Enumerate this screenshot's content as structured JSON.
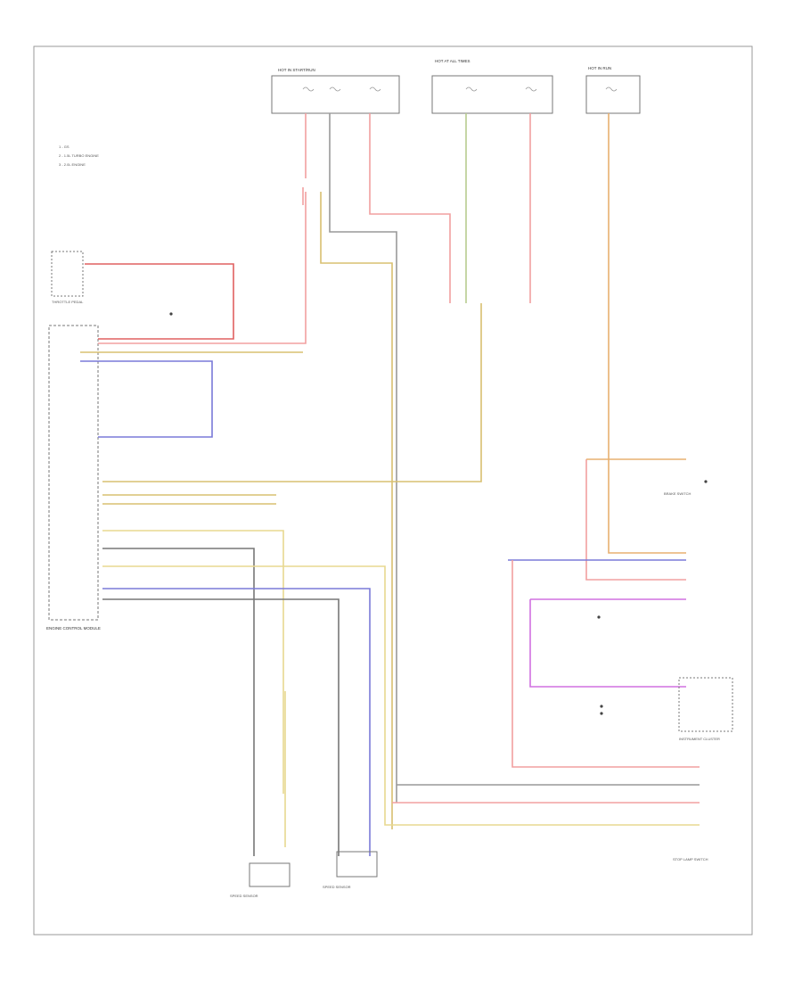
{
  "diagram": {
    "footer_code": "",
    "fuse_panels": [
      {
        "id": "hot-in-run-panel",
        "title": "HOT IN START/RUN",
        "subtitle": "FUSE/RELAY BOX"
      },
      {
        "id": "hot-at-all-times-panel",
        "title": "HOT AT ALL TIMES",
        "subtitle": "FUSE/RELAY BOX"
      },
      {
        "id": "hot-in-run-right-panel",
        "title": "HOT IN RUN",
        "subtitle": "FUSE"
      }
    ],
    "legend": [
      "1 - GS",
      "2 - 1.5L TURBO ENGINE",
      "3 - 2.0L ENGINE"
    ],
    "components": {
      "ecm": "ENGINE CONTROL MODULE",
      "throttle_pedal": "THROTTLE PEDAL",
      "brake_switch": "BRAKE SWITCH",
      "cluster": "INSTRUMENT CLUSTER",
      "rear_sensor_left": "SPEED SENSOR",
      "rear_sensor_right": "SPEED SENSOR",
      "stop_lamp": "STOP LAMP SWITCH"
    },
    "colors": {
      "red": "#f2a0a0",
      "dark_red": "#e06060",
      "yellow": "#e8d890",
      "orange": "#e8b070",
      "blue": "#7a7ad8",
      "violet": "#d070e0",
      "gray": "#888888",
      "green": "#b8cc90"
    }
  }
}
